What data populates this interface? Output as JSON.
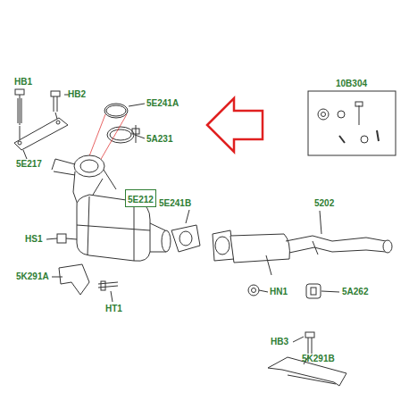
{
  "diagram": {
    "nodes": [
      {
        "text": [
          "5E212"
        ]
      }
    ],
    "edges": [],
    "labels": [
      "HB1",
      "HB2",
      "5E241A",
      "5A231",
      "10B304",
      "5E217",
      "5E241B",
      "5202",
      "HS1",
      "5K291A",
      "HN1",
      "5A262",
      "HT1",
      "HB3",
      "5K291B"
    ]
  }
}
